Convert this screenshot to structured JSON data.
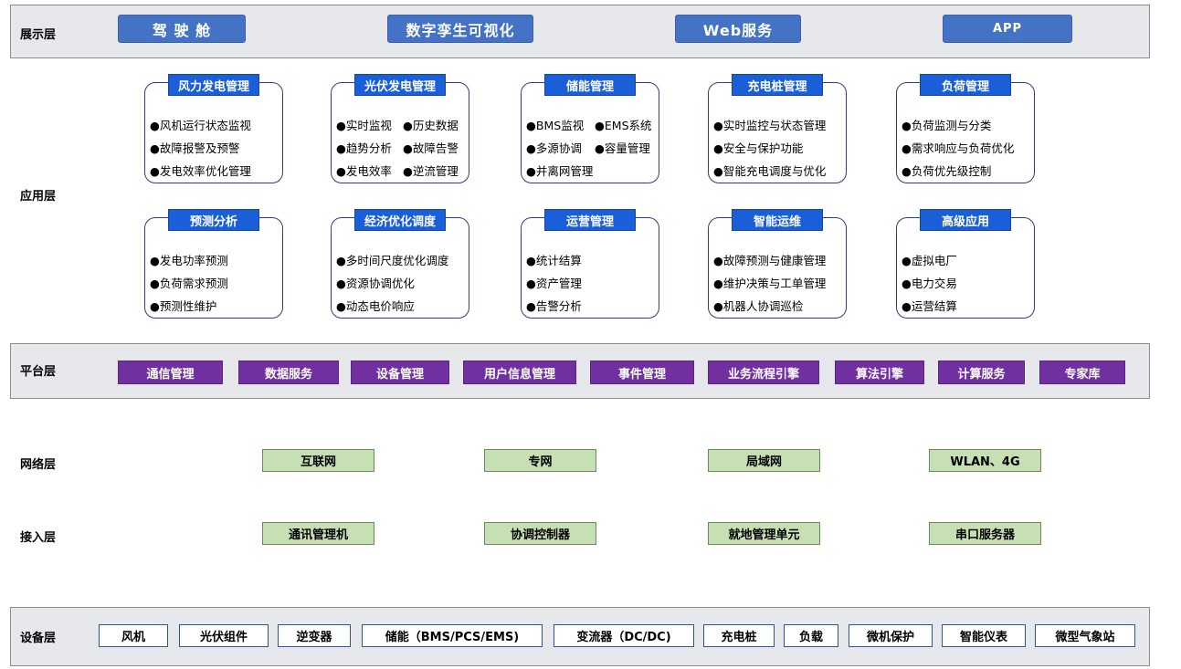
{
  "layers": {
    "presentation": "展示层",
    "application": "应用层",
    "platform": "平台层",
    "network": "网络层",
    "access": "接入层",
    "device": "设备层"
  },
  "presentation": [
    "驾 驶 舱",
    "数字孪生可视化",
    "Web服务",
    "APP"
  ],
  "application": [
    {
      "title": "风力发电管理",
      "lines": [
        "●风机运行状态监视",
        "●故障报警及预警",
        "●发电效率优化管理"
      ]
    },
    {
      "title": "光伏发电管理",
      "lines": [
        "●实时监视",
        "●历史数据",
        "●趋势分析",
        "●故障告警",
        "●发电效率",
        "●逆流管理"
      ]
    },
    {
      "title": "储能管理",
      "lines": [
        "●BMS监视",
        "●EMS系统",
        "●多源协调",
        "●容量管理",
        "●并离网管理"
      ]
    },
    {
      "title": "充电桩管理",
      "lines": [
        "●实时监控与状态管理",
        "●安全与保护功能",
        "●智能充电调度与优化"
      ]
    },
    {
      "title": "负荷管理",
      "lines": [
        "●负荷监测与分类",
        "●需求响应与负荷优化",
        "●负荷优先级控制"
      ]
    },
    {
      "title": "预测分析",
      "lines": [
        "●发电功率预测",
        "●负荷需求预测",
        "●预测性维护"
      ]
    },
    {
      "title": "经济优化调度",
      "lines": [
        "●多时间尺度优化调度",
        "●资源协调优化",
        "●动态电价响应"
      ]
    },
    {
      "title": "运营管理",
      "lines": [
        "●统计结算",
        "●资产管理",
        "●告警分析"
      ]
    },
    {
      "title": "智能运维",
      "lines": [
        "●故障预测与健康管理",
        "●维护决策与工单管理",
        "●机器人协调巡检"
      ]
    },
    {
      "title": "高级应用",
      "lines": [
        "●虚拟电厂",
        "●电力交易",
        "●运营结算"
      ]
    }
  ],
  "platform": [
    "通信管理",
    "数据服务",
    "设备管理",
    "用户信息管理",
    "事件管理",
    "业务流程引擎",
    "算法引擎",
    "计算服务",
    "专家库"
  ],
  "network": [
    "互联网",
    "专网",
    "局域网",
    "WLAN、4G"
  ],
  "access": [
    "通讯管理机",
    "协调控制器",
    "就地管理单元",
    "串口服务器"
  ],
  "device": [
    "风机",
    "光伏组件",
    "逆变器",
    "储能（BMS/PCS/EMS)",
    "变流器（DC/DC)",
    "充电桩",
    "负载",
    "微机保护",
    "智能仪表",
    "微型气象站"
  ],
  "colors": {
    "band_bg": "#e7e8ec",
    "presentation_btn": "#4472c4",
    "app_title": "#1a5fd8",
    "platform_btn": "#7030a0",
    "green_box": "#c6e0b4",
    "device_border": "#2f5597"
  }
}
